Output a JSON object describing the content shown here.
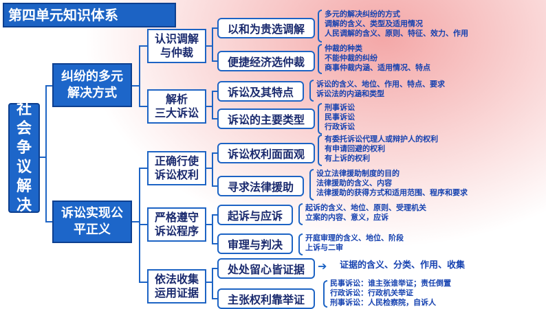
{
  "title": "第四单元知识体系",
  "root": "社会争议解决",
  "level1": [
    {
      "label": "纠纷的多元解决方式"
    },
    {
      "label": "诉讼实现公平正义"
    }
  ],
  "level2": [
    {
      "line1": "认识调解",
      "line2": "与仲裁"
    },
    {
      "line1": "解析",
      "line2": "三大诉讼"
    },
    {
      "line1": "正确行使",
      "line2": "诉讼权利"
    },
    {
      "line1": "严格遵守",
      "line2": "诉讼程序"
    },
    {
      "line1": "依法收集",
      "line2": "运用证据"
    }
  ],
  "level3": [
    {
      "label": "以和为贵选调解",
      "notes": [
        "多元的解决纠纷的方式",
        "调解的含义、类型及适用情况",
        "人民调解的含义、原则、特征、效力、作用"
      ]
    },
    {
      "label": "便捷经济选仲裁",
      "notes": [
        "仲裁的种类",
        "不能仲裁的纠纷",
        "商事仲裁内涵、适用情况、特点"
      ]
    },
    {
      "label": "诉讼及其特点",
      "notes": [
        "诉讼的含义、地位、作用、特点、要求",
        "诉讼法的内涵和类型"
      ]
    },
    {
      "label": "诉讼的主要类型",
      "notes": [
        "刑事诉讼",
        "民事诉讼",
        "行政诉讼"
      ]
    },
    {
      "label": "诉讼权利面面观",
      "notes": [
        "有委托诉讼代理人或辩护人的权利",
        "有申请回避的权利",
        "有上诉的权利"
      ]
    },
    {
      "label": "寻求法律援助",
      "notes": [
        "设立法律援助制度的目的",
        "法律援助的含义、内容",
        "法律援助的获得方式和适用范围、程序和要求"
      ]
    },
    {
      "label": "起诉与应诉",
      "notes": [
        "起诉的含义、地位、原则、受理机关",
        "立案的内容、意义，应诉"
      ]
    },
    {
      "label": "审理与判决",
      "notes": [
        "开庭审理的含义、地位、阶段",
        "上诉与二审"
      ]
    },
    {
      "label": "处处留心皆证据",
      "notes": [
        "证据的含义、分类、作用、收集"
      ]
    },
    {
      "label": "主张权利靠举证",
      "notes": [
        "民事诉讼：谁主张谁举证；责任倒置",
        "行政诉讼：行政机关举证",
        "刑事诉讼：人民检察院，自诉人"
      ]
    }
  ],
  "colors": {
    "primary": "#1c63c4",
    "dark": "#0d3f8f",
    "text": "#1642b0"
  }
}
